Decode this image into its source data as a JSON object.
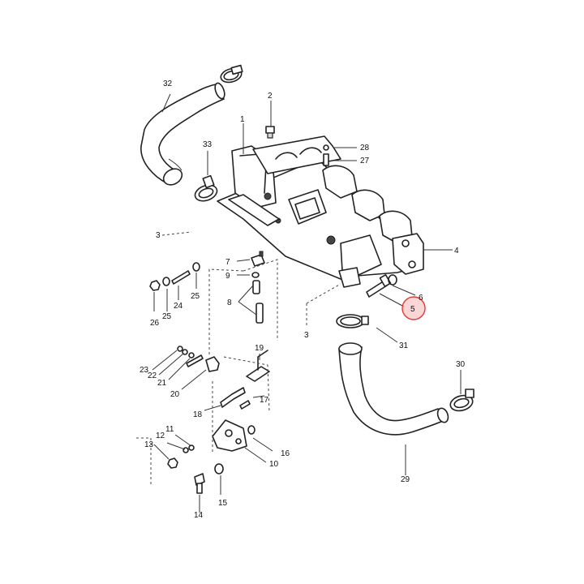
{
  "diagram": {
    "callouts": {
      "c1": "1",
      "c2": "2",
      "c3a": "3",
      "c3b": "3",
      "c4": "4",
      "c5": "5",
      "c6": "6",
      "c7": "7",
      "c8": "8",
      "c9": "9",
      "c10": "10",
      "c11": "11",
      "c12": "12",
      "c13": "13",
      "c14": "14",
      "c15": "15",
      "c16": "16",
      "c17": "17",
      "c18": "18",
      "c19": "19",
      "c20": "20",
      "c21": "21",
      "c22": "22",
      "c23": "23",
      "c24": "24",
      "c25a": "25",
      "c25b": "25",
      "c26": "26",
      "c27": "27",
      "c28": "28",
      "c29": "29",
      "c30": "30",
      "c31": "31",
      "c32": "32",
      "c33": "33"
    },
    "highlight": {
      "part": "5",
      "color": "#e53935"
    }
  }
}
